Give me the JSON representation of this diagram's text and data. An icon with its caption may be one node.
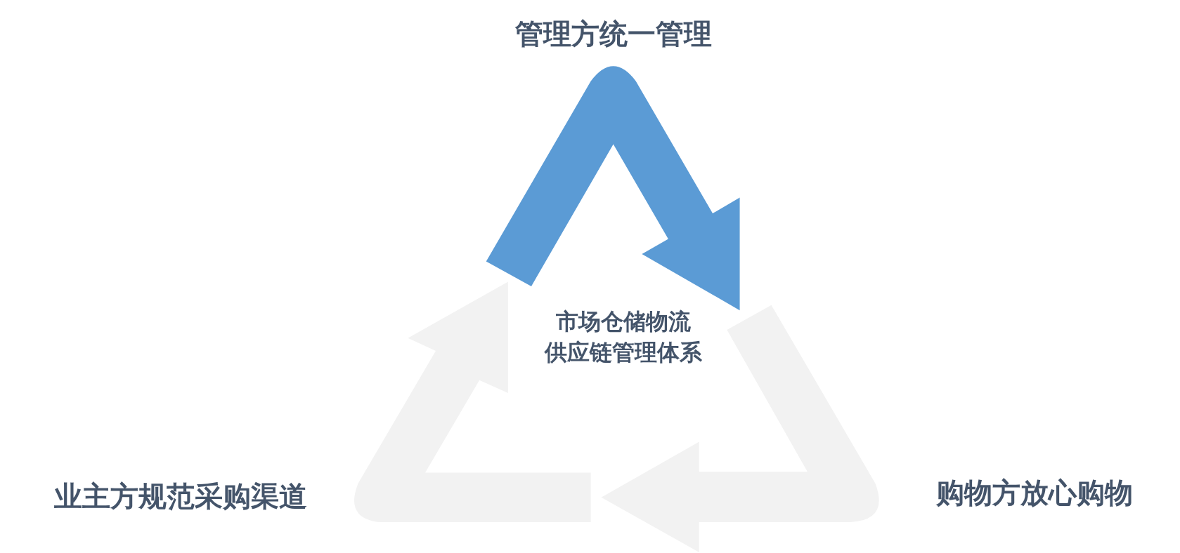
{
  "diagram": {
    "labels": [
      "管理方统一管理",
      "市场仓储物流",
      "供应链管理体系",
      "业主方规范采购渠道",
      "购物方放心购物"
    ]
  }
}
